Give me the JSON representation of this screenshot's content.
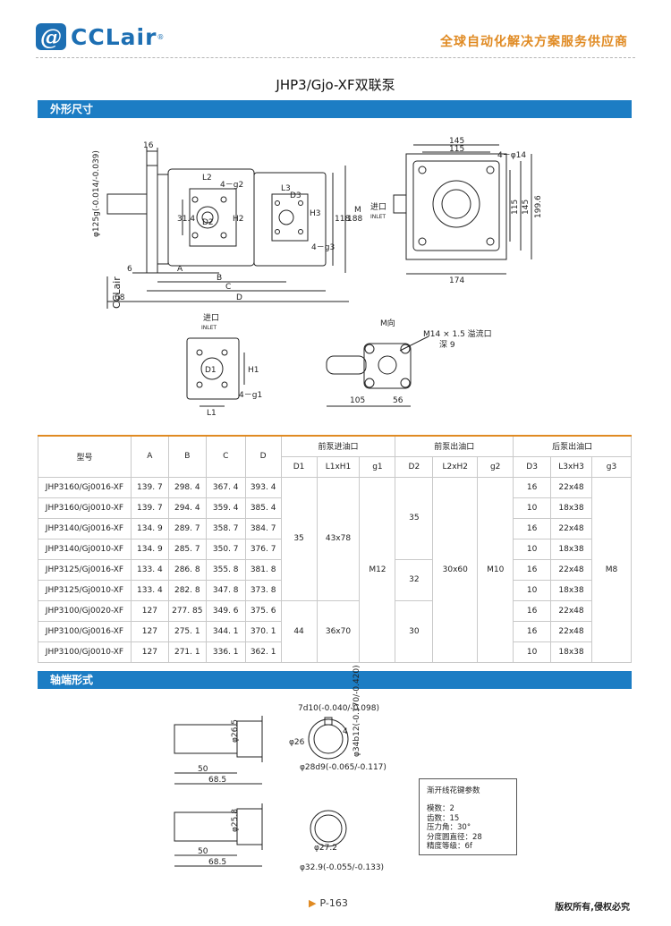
{
  "brand": {
    "logo_text": "CCLair",
    "logo_mark": "@",
    "reg": "®",
    "slogan": "全球自动化解决方案服务供应商"
  },
  "title": "JHP3/Gjo-XF双联泵",
  "sections": {
    "dimensions": "外形尺寸",
    "shaft": "轴端形式"
  },
  "drawing_labels": {
    "dim_16": "16",
    "dim_6": "6",
    "dim_68": "68",
    "A": "A",
    "B": "B",
    "C": "C",
    "D": "D",
    "L2": "L2",
    "g2": "4－g2",
    "D2": "D2",
    "H2": "H2",
    "D3": "D3",
    "L3": "L3",
    "H3": "H3",
    "g3": "4－g3",
    "dim_31_4": "31.4",
    "dim_118": "118",
    "dim_188": "188",
    "shaft_dia": "φ125g(-0.014/-0.039)",
    "side_logo": "CCLair",
    "M": "M",
    "inlet_cn": "进口",
    "inlet_en": "INLET",
    "dim_145": "145",
    "dim_115": "115",
    "holes": "4－φ14",
    "dim_115v": "115",
    "dim_145v": "145",
    "dim_199_6": "199.6",
    "dim_174": "174",
    "inlet2_cn": "进口",
    "inlet2_en": "INLET",
    "D1": "D1",
    "L1": "L1",
    "H1": "H1",
    "g1": "4－g1",
    "m_view": "M向",
    "m_thread": "M14 × 1.5 溢流口",
    "depth": "深 9",
    "dim_105": "105",
    "dim_56": "56"
  },
  "table": {
    "group_headers": [
      "前泵进油口",
      "前泵出油口",
      "后泵出油口"
    ],
    "main_headers": [
      "型号",
      "A",
      "B",
      "C",
      "D"
    ],
    "sub_headers": [
      "D1",
      "L1xH1",
      "g1",
      "D2",
      "L2xH2",
      "g2",
      "D3",
      "L3xH3",
      "g3"
    ],
    "rows": [
      {
        "model": "JHP3160/Gj0016-XF",
        "A": "139. 7",
        "B": "298. 4",
        "C": "367. 4",
        "D": "393. 4",
        "D3": "16",
        "L3H3": "22x48"
      },
      {
        "model": "JHP3160/Gj0010-XF",
        "A": "139. 7",
        "B": "294. 4",
        "C": "359. 4",
        "D": "385. 4",
        "D3": "10",
        "L3H3": "18x38"
      },
      {
        "model": "JHP3140/Gj0016-XF",
        "A": "134. 9",
        "B": "289. 7",
        "C": "358. 7",
        "D": "384. 7",
        "D3": "16",
        "L3H3": "22x48"
      },
      {
        "model": "JHP3140/Gj0010-XF",
        "A": "134. 9",
        "B": "285. 7",
        "C": "350. 7",
        "D": "376. 7",
        "D3": "10",
        "L3H3": "18x38"
      },
      {
        "model": "JHP3125/Gj0016-XF",
        "A": "133. 4",
        "B": "286. 8",
        "C": "355. 8",
        "D": "381. 8",
        "D3": "16",
        "L3H3": "22x48"
      },
      {
        "model": "JHP3125/Gj0010-XF",
        "A": "133. 4",
        "B": "282. 8",
        "C": "347. 8",
        "D": "373. 8",
        "D3": "10",
        "L3H3": "18x38"
      },
      {
        "model": "JHP3100/Gj0020-XF",
        "A": "127",
        "B": "277. 85",
        "C": "349. 6",
        "D": "375. 6",
        "D3": "16",
        "L3H3": "22x48"
      },
      {
        "model": "JHP3100/Gj0016-XF",
        "A": "127",
        "B": "275. 1",
        "C": "344. 1",
        "D": "370. 1",
        "D3": "16",
        "L3H3": "22x48"
      },
      {
        "model": "JHP3100/Gj0010-XF",
        "A": "127",
        "B": "271. 1",
        "C": "336. 1",
        "D": "362. 1",
        "D3": "10",
        "L3H3": "18x38"
      }
    ],
    "merged": {
      "D1_a": "35",
      "L1H1_a": "43x78",
      "D1_b": "44",
      "L1H1_b": "36x70",
      "g1": "M12",
      "D2_a": "35",
      "D2_b": "32",
      "D2_c": "30",
      "L2H2": "30x60",
      "g2": "M10",
      "g3": "M8"
    }
  },
  "shaft_labels": {
    "key": "7d10(-0.040/-0.098)",
    "dia_26_5": "φ26.5",
    "dia_26": "φ26",
    "key_h": "4",
    "dia_34": "φ34b12(-0.170/-0.420)",
    "dia_28": "φ28d9(-0.065/-0.117)",
    "len_50": "50",
    "len_68_5": "68.5",
    "dia_25_8": "φ25.8",
    "dia_27_2": "φ27.2",
    "dia_32": "φ32.9(-0.055/-0.133)",
    "len_50b": "50",
    "len_68_5b": "68.5"
  },
  "spline": {
    "title": "渐开线花键参数",
    "params": [
      "模数：2",
      "齿数：15",
      "压力角：30°",
      "分度圆直径：28",
      "精度等级：6f"
    ]
  },
  "footer": {
    "page": "P-163",
    "copyright": "版权所有,侵权必究"
  }
}
